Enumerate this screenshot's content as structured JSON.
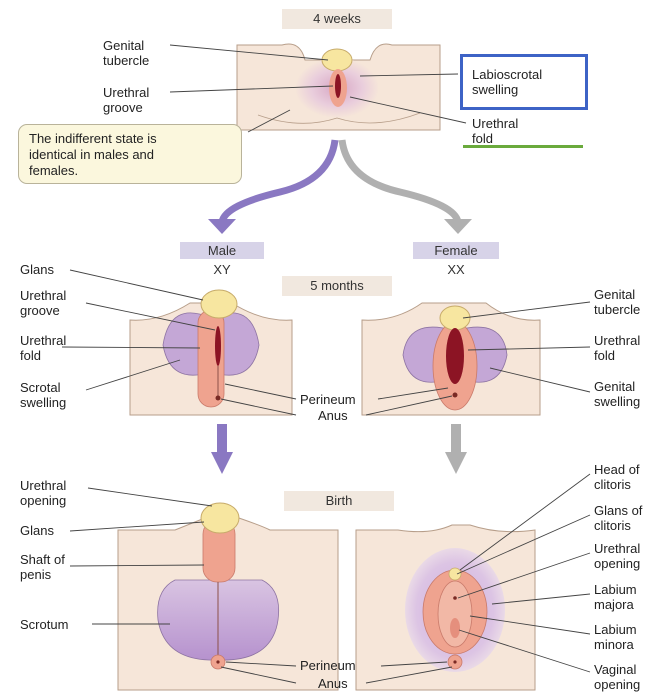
{
  "stages": {
    "weeks4": "4 weeks",
    "months5": "5 months",
    "birth": "Birth"
  },
  "note": "The indifferent state is\nidentical in males and\nfemales.",
  "sex": {
    "male": "Male",
    "female": "Female",
    "male_chrom": "XY",
    "female_chrom": "XX"
  },
  "labels_4w": {
    "genital_tubercle": "Genital\ntubercle",
    "urethral_groove": "Urethral\ngroove",
    "labioscrotal_swelling": "Labioscrotal\nswelling",
    "urethral_fold": "Urethral\nfold"
  },
  "labels_5m_male": {
    "glans": "Glans",
    "urethral_groove": "Urethral\ngroove",
    "urethral_fold": "Urethral\nfold",
    "scrotal_swelling": "Scrotal\nswelling"
  },
  "labels_5m_center": {
    "perineum": "Perineum",
    "anus": "Anus"
  },
  "labels_5m_female": {
    "genital_tubercle": "Genital\ntubercle",
    "urethral_fold": "Urethral\nfold",
    "genital_swelling": "Genital\nswelling"
  },
  "labels_birth_male": {
    "urethral_opening": "Urethral\nopening",
    "glans": "Glans",
    "shaft_of_penis": "Shaft of\npenis",
    "scrotum": "Scrotum"
  },
  "labels_birth_center": {
    "perineum": "Perineum",
    "anus": "Anus"
  },
  "labels_birth_female": {
    "head_of_clitoris": "Head of\nclitoris",
    "glans_of_clitoris": "Glans of\nclitoris",
    "urethral_opening": "Urethral\nopening",
    "labium_majora": "Labium\nmajora",
    "labium_minora": "Labium\nminora",
    "vaginal_opening": "Vaginal\nopening"
  },
  "colors": {
    "skin": "#f6e6d9",
    "skin_outline": "#b79e8a",
    "glans": "#f7e6a0",
    "pink": "#efa38f",
    "swelling": "#c4a7d6",
    "slit": "#8c1424",
    "male_arrow": "#8a78c2",
    "female_arrow": "#a9a9a9",
    "highlight_box": "#3d63c6",
    "highlight_line": "#6aaa3c"
  }
}
